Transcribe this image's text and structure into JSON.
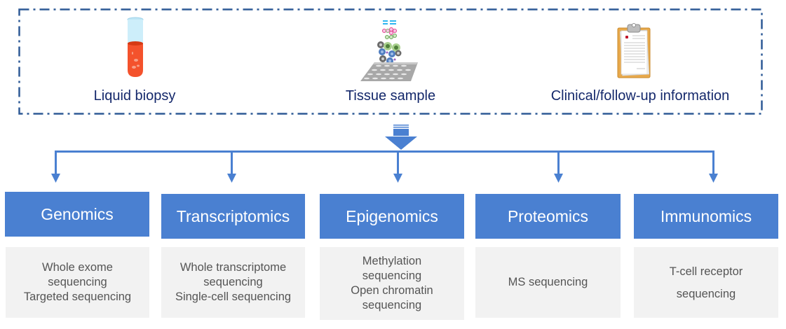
{
  "sources": [
    {
      "label": "Liquid biopsy",
      "icon": "test-tube-icon"
    },
    {
      "label": "Tissue  sample",
      "icon": "tissue-cells-plate-icon"
    },
    {
      "label": "Clinical/follow-up information",
      "icon": "clipboard-icon"
    }
  ],
  "colors": {
    "category_fill": "#4a80d1",
    "method_fill": "#f2f2f2",
    "border_dash": "#2e5a96",
    "connector": "#4a80d1",
    "source_text": "#14286b",
    "method_text": "#555555"
  },
  "omics": [
    {
      "category": "Genomics",
      "methods": [
        "Whole exome",
        "sequencing",
        "Targeted sequencing"
      ]
    },
    {
      "category": "Transcriptomics",
      "methods": [
        "Whole transcriptome",
        "sequencing",
        "Single-cell sequencing"
      ]
    },
    {
      "category": "Epigenomics",
      "methods": [
        "Methylation",
        "sequencing",
        "Open chromatin",
        "sequencing"
      ]
    },
    {
      "category": "Proteomics",
      "methods": [
        "MS sequencing"
      ]
    },
    {
      "category": "Immunomics",
      "methods": [
        "T-cell receptor",
        "sequencing"
      ]
    }
  ]
}
